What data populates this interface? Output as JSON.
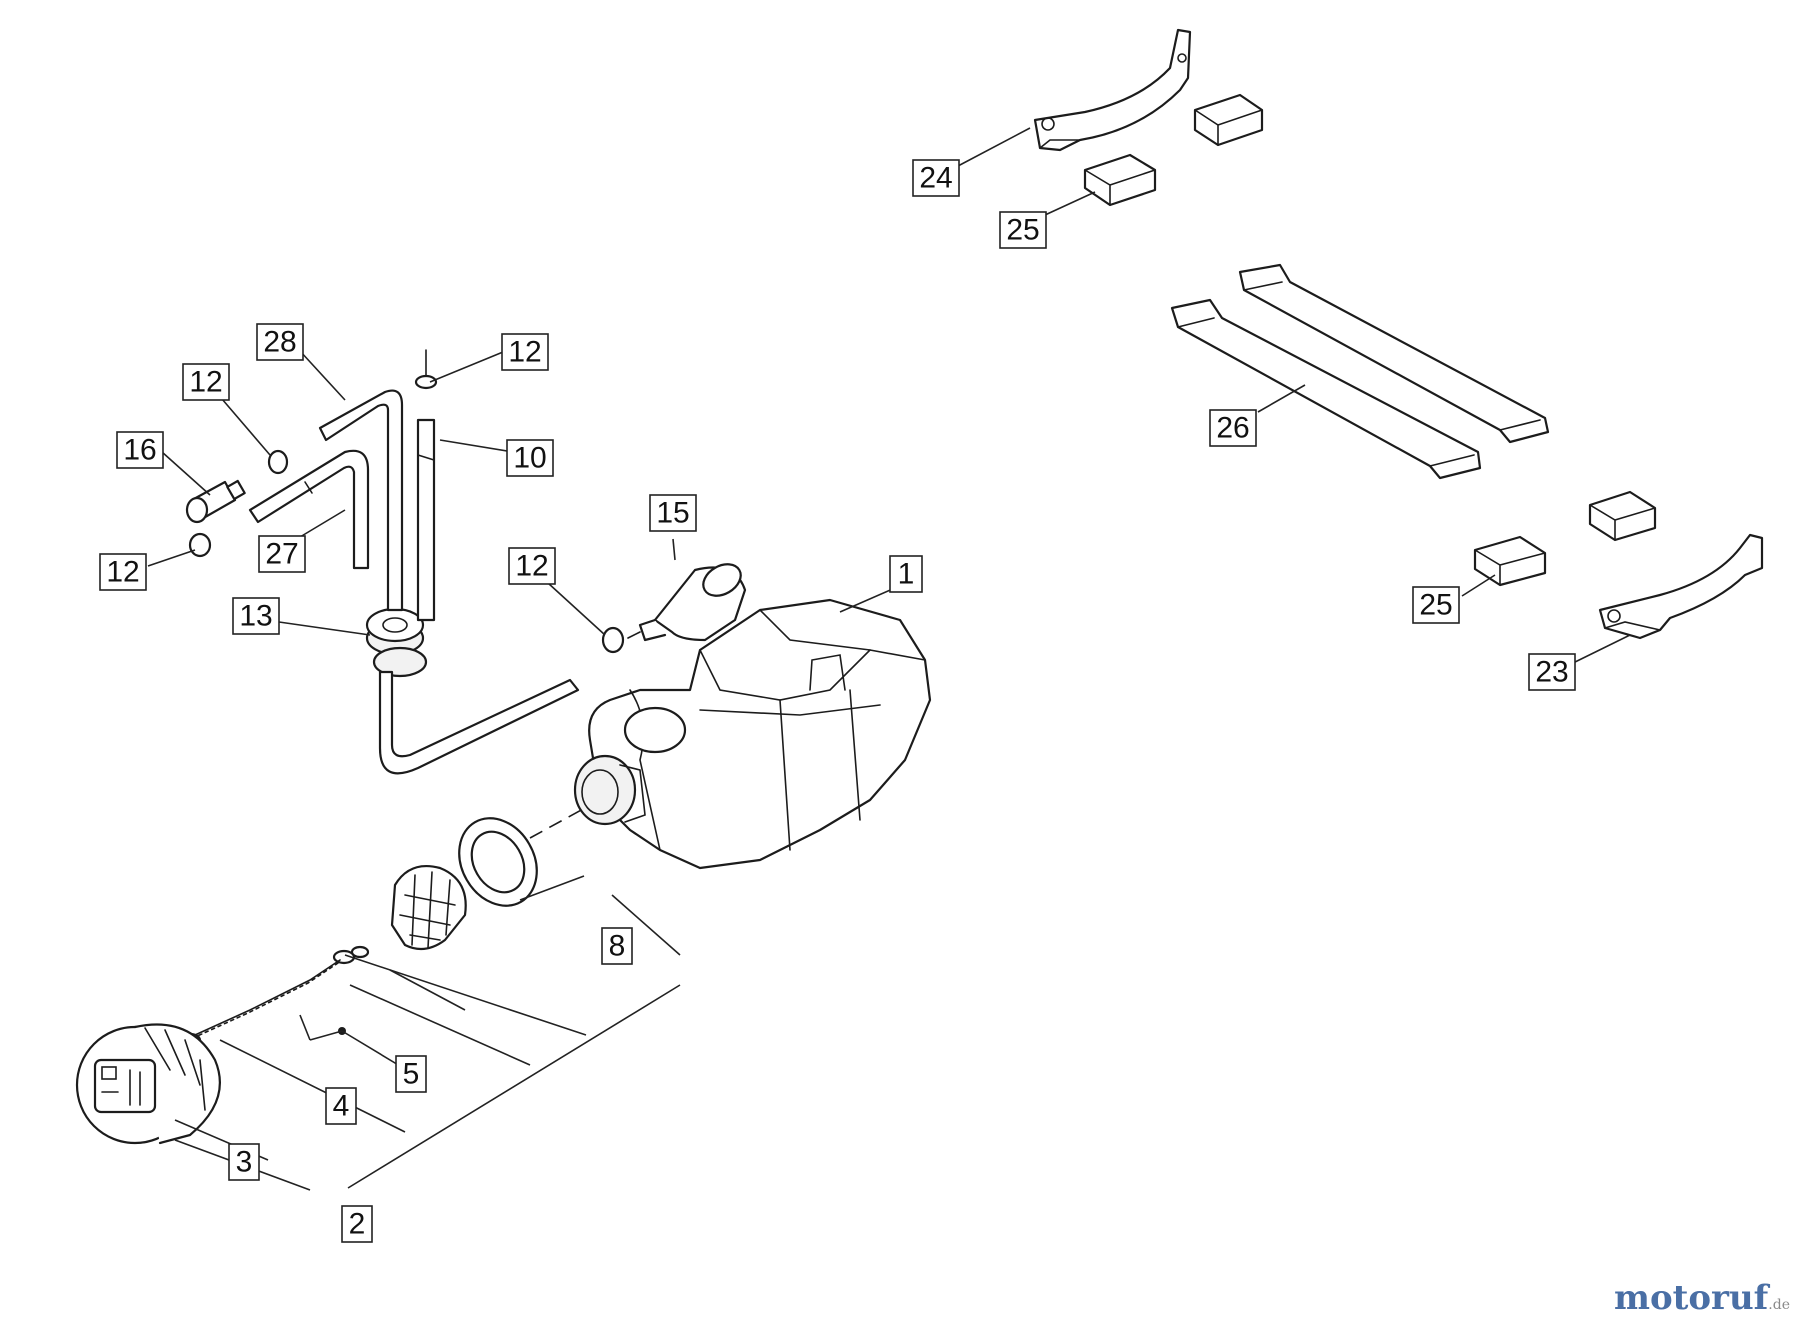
{
  "labels": {
    "l1": "1",
    "l2": "2",
    "l3": "3",
    "l4": "4",
    "l5": "5",
    "l8": "8",
    "l10": "10",
    "l12a": "12",
    "l12b": "12",
    "l12c": "12",
    "l12d": "12",
    "l13": "13",
    "l15": "15",
    "l16": "16",
    "l23": "23",
    "l24": "24",
    "l25a": "25",
    "l25b": "25",
    "l26": "26",
    "l27": "27",
    "l28": "28"
  },
  "watermark": {
    "main": "motoruf",
    "tld": ".de"
  }
}
